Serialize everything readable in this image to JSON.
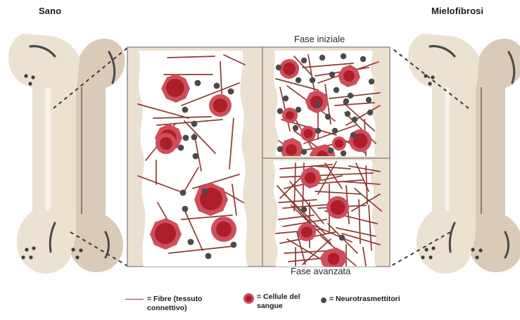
{
  "titles": {
    "left": "Sano",
    "right": "Mielofibrosi"
  },
  "panels": {
    "top_label": "Fase iniziale",
    "bottom_label": "Fase avanzata"
  },
  "legend": {
    "fibre": "= Fibre (tessuto connettivo)",
    "cellule": "= Cellule del sangue",
    "neuro": "= Neurotrasmettitori"
  },
  "colors": {
    "bone_light": "#ece2d2",
    "bone_shadow": "#d9cbb7",
    "marrow_bg": "#ece0d1",
    "cavity": "#ffffff",
    "fiber": "#8e3b33",
    "cell_outer": "#cf4e5c",
    "cell_inner": "#ad1f28",
    "neuro_dot": "#4a4a4a",
    "panel_border": "#8c8c8c",
    "dash": "#3a3a3a",
    "text": "#1a1a1a"
  },
  "diagram": {
    "type": "medical-illustration",
    "subject": "Confronto midollo osseo sano e mielofibrosi",
    "left_bone": {
      "label": "Sano",
      "marrow_state": "normale"
    },
    "right_bone": {
      "label": "Mielofibrosi",
      "marrow_state": "fibrotico"
    },
    "panel_healthy": {
      "label": "Sano",
      "fibers": 22,
      "blood_cells": 8,
      "neurotransmitters": 12
    },
    "panel_early": {
      "label": "Fase iniziale",
      "fibers": 26,
      "blood_cells": 14,
      "neurotransmitters": 24
    },
    "panel_advanced": {
      "label": "Fase avanzata",
      "fibers": 52,
      "blood_cells": 4,
      "neurotransmitters": 2
    }
  }
}
